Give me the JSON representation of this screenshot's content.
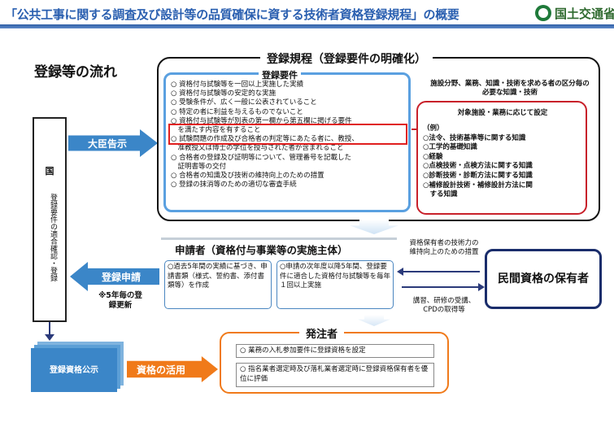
{
  "header": {
    "title": "「公共工事に関する調査及び設計等の品質確保に資する技術者資格登録規程」の概要",
    "ministry": "国土交通省"
  },
  "flow_title": "登録等の流れ",
  "government": {
    "name": "国",
    "duty": "登録要件の適合確認・登録"
  },
  "arrows": {
    "declaration": "大臣告示",
    "application": "登録申請",
    "renewal_note": "※5年毎の登録更新",
    "usage": "資格の活用"
  },
  "publication": "登録資格公示",
  "rules": {
    "title": "登録規程（登録要件の明確化）",
    "requirements_title": "登録要件",
    "requirements": [
      "○ 資格付与試験等を一回以上実施した実績",
      "○ 資格付与試験等の安定的な実施",
      "○ 受験条件が、広く一般に公表されていること",
      "○ 特定の者に利益を与えるものでないこと",
      "○ 資格付与試験等が別表の第一欄から第五欄に掲げる要件",
      "　を満たす内容を有すること",
      "○ 試験問題の作成及び合格者の判定等にあたる者に、教授、",
      "　准教授又は博士の学位を授与された者が含まれること",
      "○ 合格者の登録及び証明等について、管理番号を記載した",
      "　証明書等の交付",
      "○ 合格者の知識及び技術の維持向上のための措置",
      "○ 登録の抹消等のための適切な審査手続"
    ],
    "sector_heading": "施設分野、業務、知識・技術を求める者の区分毎の必要な知識・技術",
    "target_title": "対象施設・業務に応じて設定",
    "target_items": [
      "（例）",
      "○法令、技術基準等に関する知識",
      "○工学的基礎知識",
      "○経験",
      "○点検技術・点検方法に関する知識",
      "○診断技術・診断方法に関する知識",
      "○補修設計技術・補修設計方法に関",
      "　する知識"
    ]
  },
  "applicant": {
    "title": "申請者（資格付与事業等の実施主体）",
    "left": "○過去5年間の実績に基づき、申請書類（様式、誓約書、添付書類等）を作成",
    "right": "○申請の次年度以降5年間、登録要件に適合した資格付与試験等を毎年１回以上実施"
  },
  "holders": {
    "name": "民間資格の保有者",
    "note_top": "資格保有者の技術力の維持向上のための措置",
    "note_bottom": "講習、研修の受講、CPDの取得等"
  },
  "orderer": {
    "title": "発注者",
    "item1": "○ 業務の入札参加要件に登録資格を設定",
    "item2": "○ 指名業者選定時及び落札業者選定時に登録資格保有者を優位に評価"
  },
  "colors": {
    "blue": "#3b86c8",
    "red": "#c8202a",
    "orange": "#f07a1a",
    "navy": "#1a2d6b"
  }
}
